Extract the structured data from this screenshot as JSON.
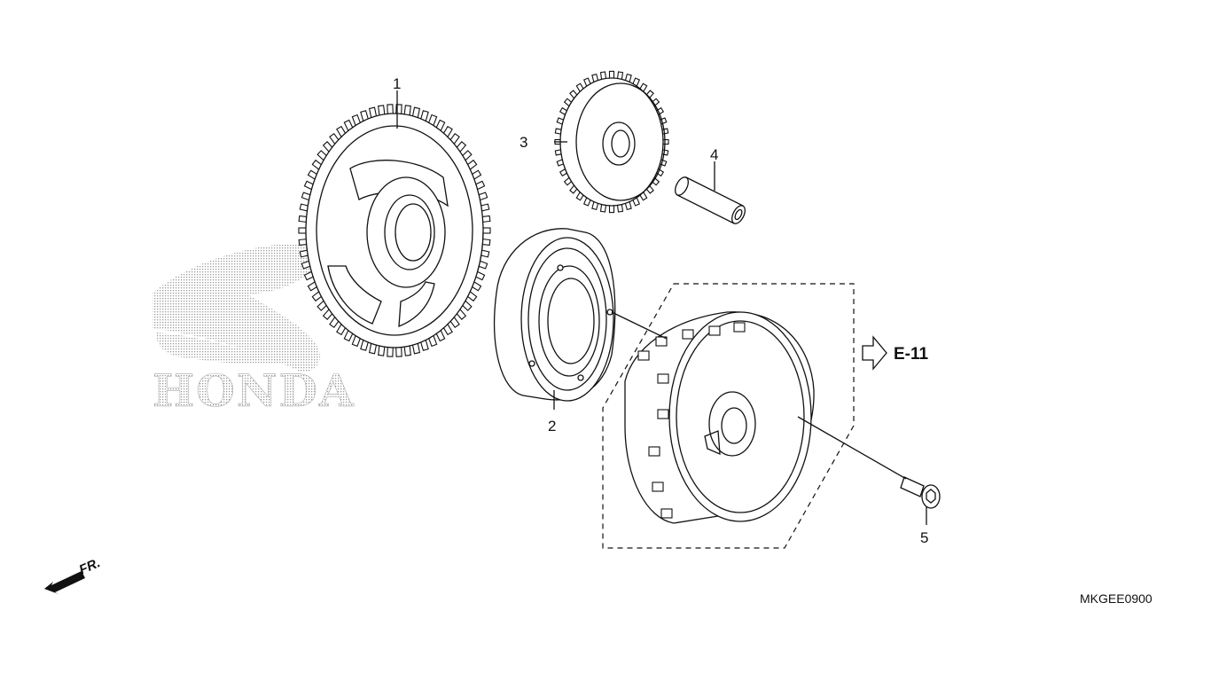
{
  "diagram": {
    "callouts": [
      "1",
      "2",
      "3",
      "4",
      "5"
    ],
    "reference": {
      "label": "E-11"
    },
    "direction": {
      "label": "FR."
    },
    "diagram_code": "MKGEE0900",
    "watermark": {
      "text": "HONDA",
      "color": "#bfbfbf"
    }
  }
}
